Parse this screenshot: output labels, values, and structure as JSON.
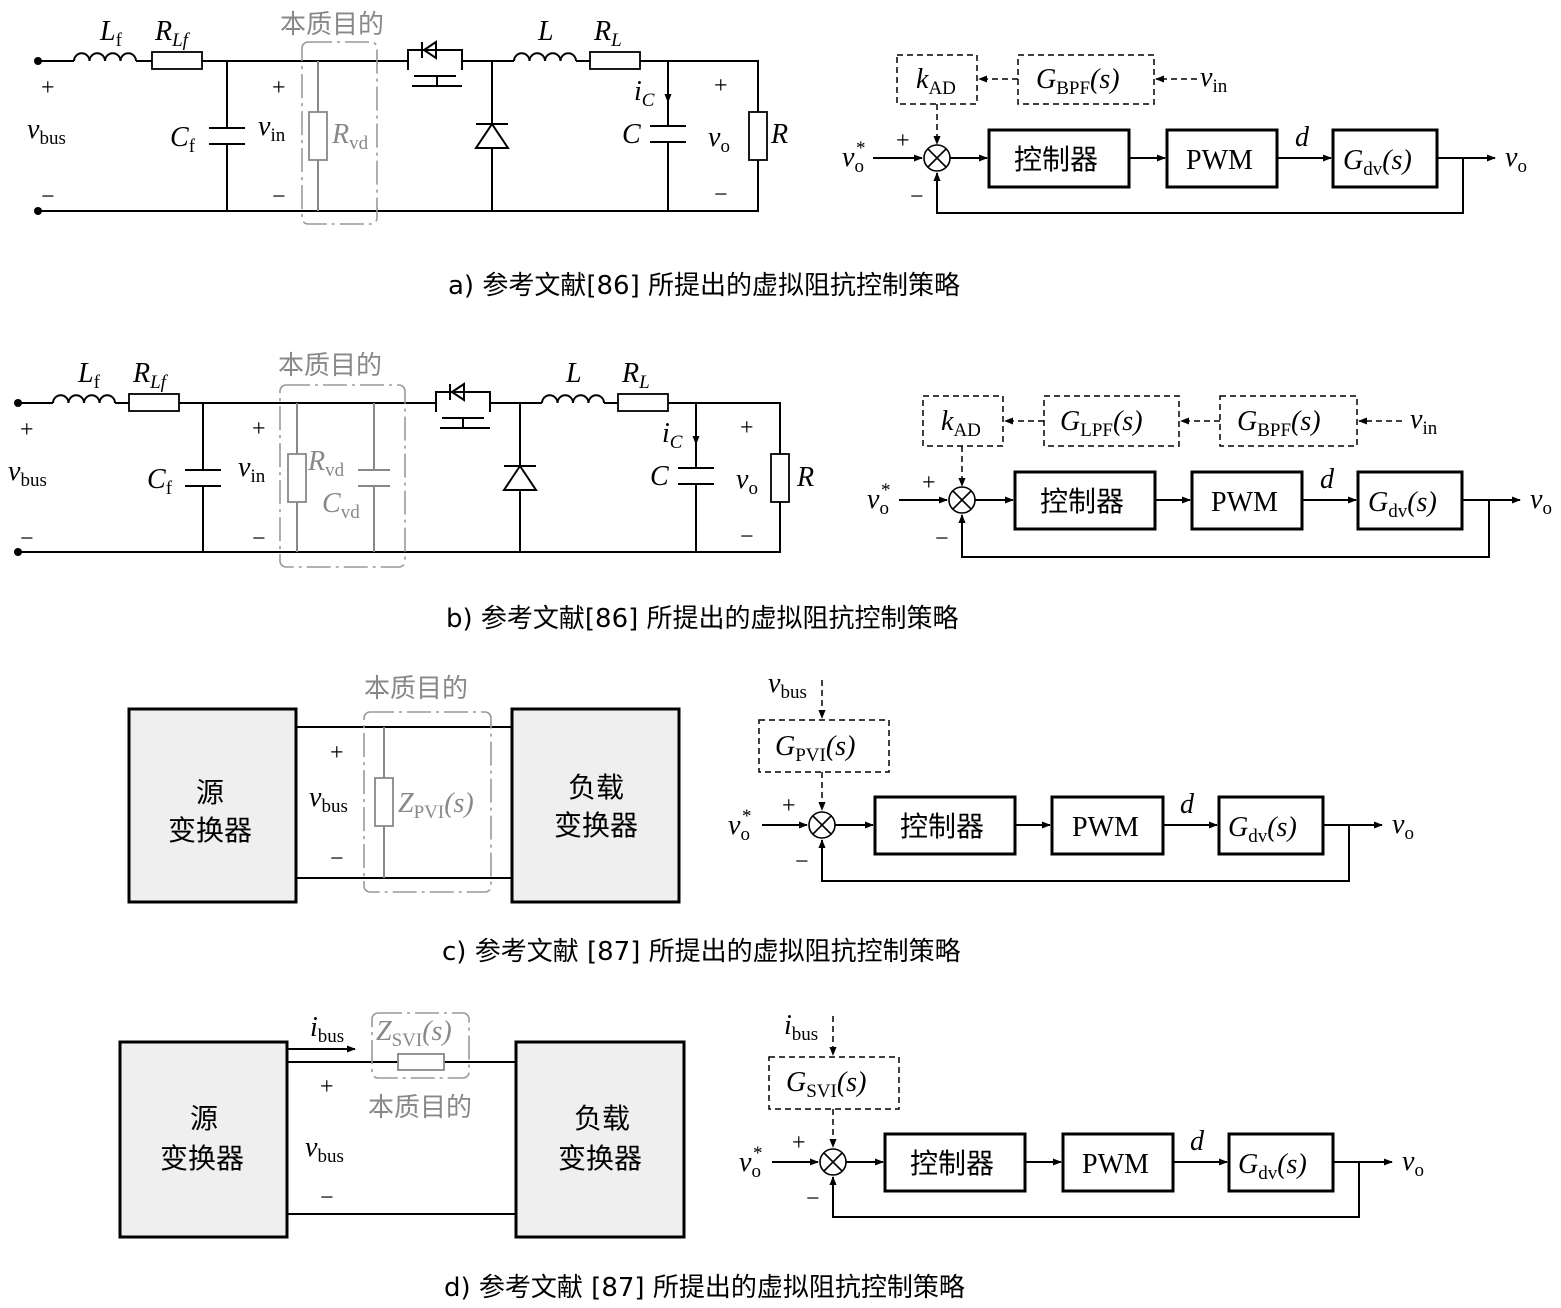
{
  "panels": {
    "a": {
      "caption": "a)  参考文献[86] 所提出的虚拟阻抗控制策略"
    },
    "b": {
      "caption": "b)  参考文献[86] 所提出的虚拟阻抗控制策略"
    },
    "c": {
      "caption": "c)  参考文献 [87] 所提出的虚拟阻抗控制策略"
    },
    "d": {
      "caption": "d)  参考文献 [87] 所提出的虚拟阻抗控制策略"
    }
  },
  "labels": {
    "essence": "本质目的",
    "controller": "控制器",
    "pwm": "PWM",
    "source_1": "源",
    "source_2": "变换器",
    "load_1": "负载",
    "load_2": "变换器",
    "d": "d",
    "plus": "+",
    "minus": "−"
  },
  "symbols": {
    "Lf": "L",
    "Lf_sub": "f",
    "RLf": "R",
    "RLf_sub": "Lf",
    "Cf": "C",
    "Cf_sub": "f",
    "vbus": "v",
    "vbus_sub": "bus",
    "vin": "v",
    "vin_sub": "in",
    "Rvd": "R",
    "Rvd_sub": "vd",
    "Cvd": "C",
    "Cvd_sub": "vd",
    "L": "L",
    "RL": "R",
    "RL_sub": "L",
    "iC": "i",
    "iC_sub": "C",
    "C": "C",
    "vo": "v",
    "vo_sub": "o",
    "R": "R",
    "kAD": "k",
    "kAD_sub": "AD",
    "GBPF": "G",
    "GBPF_sub": "BPF",
    "GBPF_arg": "(s)",
    "GLPF": "G",
    "GLPF_sub": "LPF",
    "GLPF_arg": "(s)",
    "Gdv": "G",
    "Gdv_sub": "dv",
    "Gdv_arg": "(s)",
    "GPVI": "G",
    "GPVI_sub": "PVI",
    "GPVI_arg": "(s)",
    "GSVI": "G",
    "GSVI_sub": "SVI",
    "GSVI_arg": "(s)",
    "ZPVI": "Z",
    "ZPVI_sub": "PVI",
    "ZPVI_arg": "(s)",
    "ZSVI": "Z",
    "ZSVI_sub": "SVI",
    "ZSVI_arg": "(s)",
    "ibus": "i",
    "ibus_sub": "bus",
    "vostar": "v",
    "vostar_sub": "o",
    "vostar_sup": "*"
  }
}
